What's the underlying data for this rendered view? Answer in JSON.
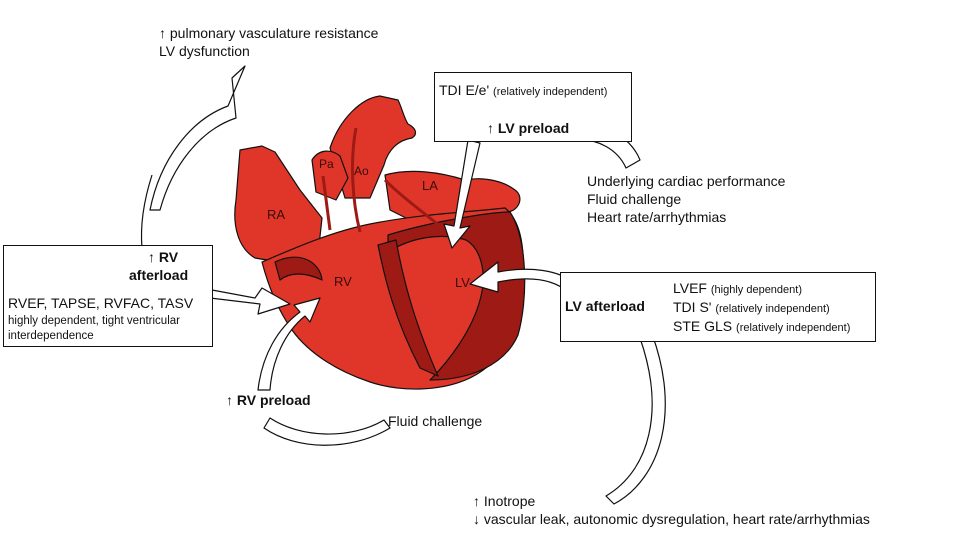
{
  "top_note": {
    "line1": "↑ pulmonary vasculature resistance",
    "line2": "LV dysfunction"
  },
  "lv_preload_box": {
    "tdi_label": "TDI E/e'",
    "tdi_qual": "(relatively independent)",
    "title": "↑ LV preload"
  },
  "lv_preload_factors": [
    "Underlying cardiac performance",
    "Fluid challenge",
    "Heart rate/arrhythmias"
  ],
  "rv_afterload_box": {
    "title_line1": "↑ RV",
    "title_line2": "afterload",
    "measures": "RVEF, TAPSE, RVFAC, TASV",
    "note_line1": "highly dependent, tight ventricular",
    "note_line2": "interdependence"
  },
  "lv_afterload_box": {
    "title": "LV afterload",
    "items": [
      {
        "name": "LVEF",
        "qual": "(highly dependent)"
      },
      {
        "name": "TDI S'",
        "qual": "(relatively independent)"
      },
      {
        "name": "STE GLS",
        "qual": "(relatively independent)"
      }
    ]
  },
  "rv_preload": {
    "title": "↑ RV preload",
    "factor": "Fluid challenge"
  },
  "bottom_note": {
    "line1": "↑ Inotrope",
    "line2": "↓ vascular leak, autonomic dysregulation, heart rate/arrhythmias"
  },
  "heart_labels": {
    "ra": "RA",
    "pa": "Pa",
    "ao": "Ao",
    "la": "LA",
    "rv": "RV",
    "lv": "LV"
  },
  "colors": {
    "myocardium": "#e0362a",
    "dark_muscle": "#9e1a14",
    "outline": "#111111"
  }
}
